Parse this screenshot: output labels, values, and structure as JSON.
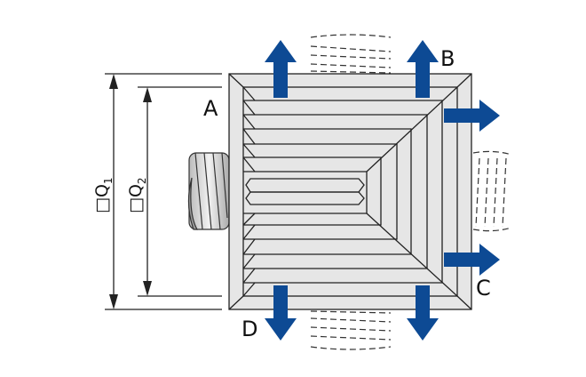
{
  "labels": {
    "a": "A",
    "b": "B",
    "c": "C",
    "d": "D"
  },
  "dimensions": {
    "q1": {
      "prefix": "□Q",
      "sub": "1"
    },
    "q2": {
      "prefix": "□Q",
      "sub": "2"
    }
  },
  "colors": {
    "arrow": "#0d4a94",
    "face": "#e6e6e6",
    "line": "#222222"
  }
}
